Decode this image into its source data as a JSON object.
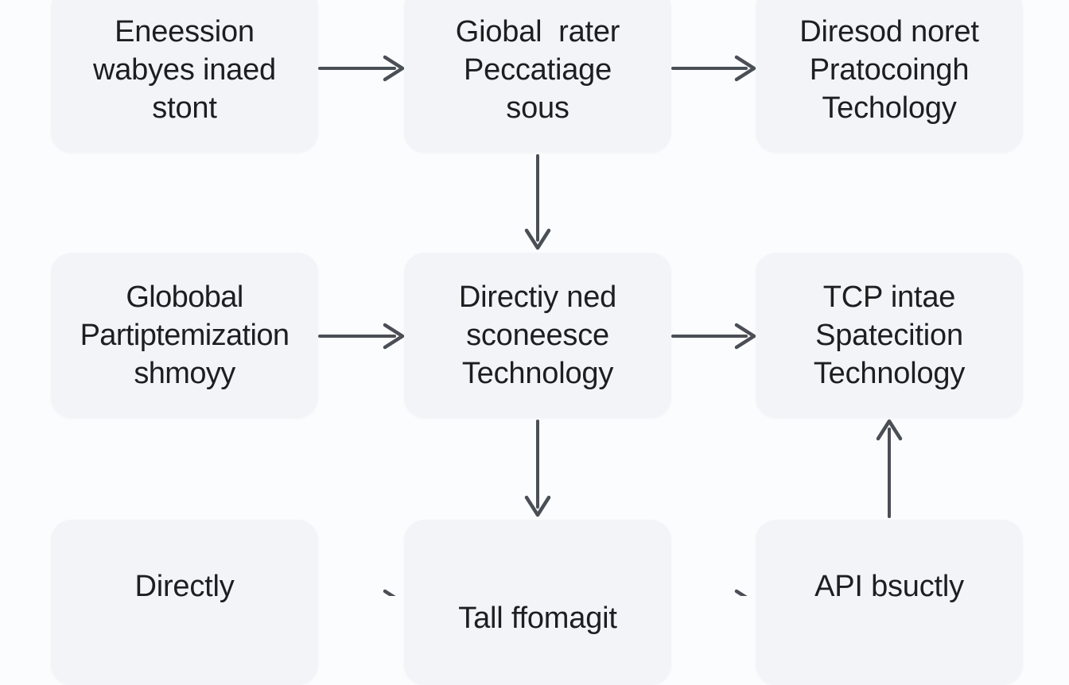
{
  "nodes": [
    {
      "id": "n1",
      "lines": [
        "Eneession",
        "wabyes inaed",
        "stont"
      ]
    },
    {
      "id": "n2",
      "lines": [
        "Giobal  rater",
        "Peccatiage",
        "sous"
      ]
    },
    {
      "id": "n3",
      "lines": [
        "Diresod noret",
        "Pratocoingh",
        "Techology"
      ]
    },
    {
      "id": "n4",
      "lines": [
        "Globobal",
        "Partiptemization",
        "shmoyy"
      ]
    },
    {
      "id": "n5",
      "lines": [
        "Directiy ned",
        "sconeesce",
        "Technology"
      ]
    },
    {
      "id": "n6",
      "lines": [
        "TCP intae",
        "Spatecition",
        "Technology"
      ]
    },
    {
      "id": "n7",
      "lines": [
        "Directly",
        ""
      ]
    },
    {
      "id": "n8",
      "lines": [
        "Tall ffomagit"
      ]
    },
    {
      "id": "n9",
      "lines": [
        "API bsuctly",
        ""
      ]
    }
  ],
  "edges": [
    {
      "from": "n1",
      "to": "n2"
    },
    {
      "from": "n2",
      "to": "n3"
    },
    {
      "from": "n2",
      "to": "n5"
    },
    {
      "from": "n4",
      "to": "n5"
    },
    {
      "from": "n5",
      "to": "n6"
    },
    {
      "from": "n5",
      "to": "n8"
    },
    {
      "from": "n9",
      "to": "n6"
    },
    {
      "from": "n7",
      "to": "n8"
    },
    {
      "from": "n8",
      "to": "n9"
    }
  ],
  "colors": {
    "background": "#fbfcfd",
    "node_fill": "#f2f4f7",
    "text": "#1d1e20",
    "arrow": "#4a4f56"
  }
}
